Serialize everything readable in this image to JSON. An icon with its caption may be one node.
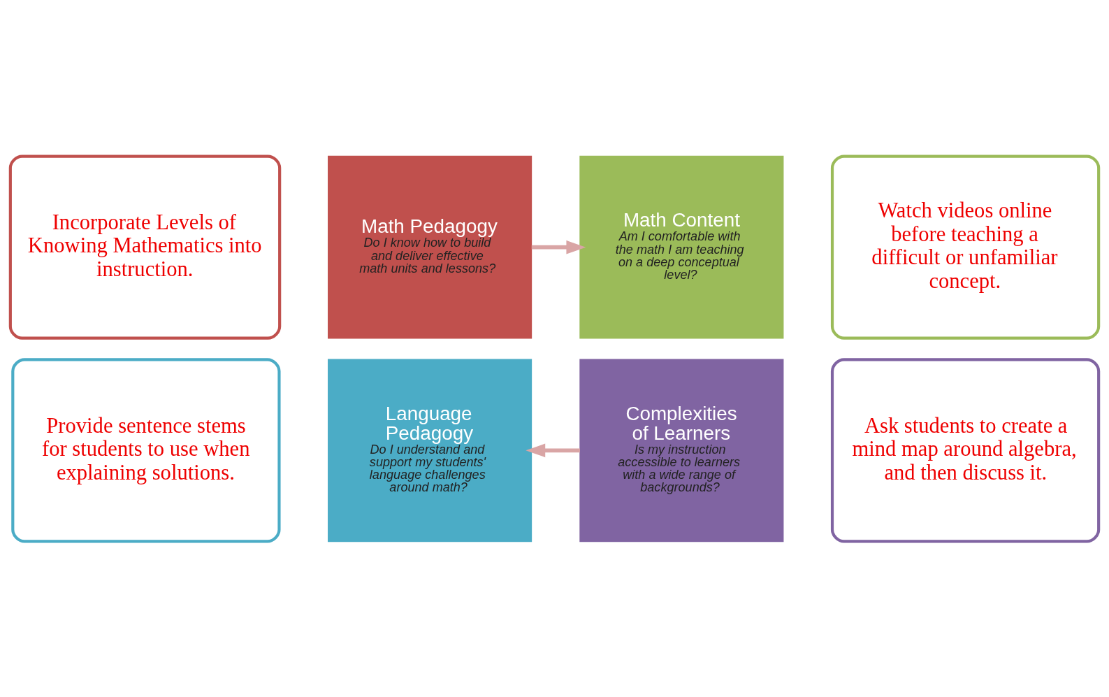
{
  "diagram": {
    "nodes": [
      {
        "text": [
          "Incorporate Levels of Knowing Mathematics into instruction."
        ]
      },
      {
        "text": [
          "Math Pedagogy",
          "Do I know how to build and deliver effective math units and lessons?"
        ]
      },
      {
        "text": [
          "Math Content",
          "Am I comfortable with the math I am teaching on a deep conceptual level?"
        ]
      },
      {
        "text": [
          "Watch videos online before teaching a difficult or unfamiliar concept."
        ]
      },
      {
        "text": [
          "Provide sentence stems for students to use when explaining solutions."
        ]
      },
      {
        "text": [
          "Language Pedagogy",
          "Do I understand and support my students' language challenges around math?"
        ]
      },
      {
        "text": [
          "Complexities of Learners",
          "Is my instruction accessible to learners with a wide range of backgrounds?"
        ]
      },
      {
        "text": [
          "Ask students to create a mind map around algebra, and then discuss it."
        ]
      }
    ],
    "edges": [
      {
        "from": 1,
        "to": 2,
        "arrow": "to"
      },
      {
        "from": 6,
        "to": 5,
        "arrow": "to"
      }
    ]
  }
}
